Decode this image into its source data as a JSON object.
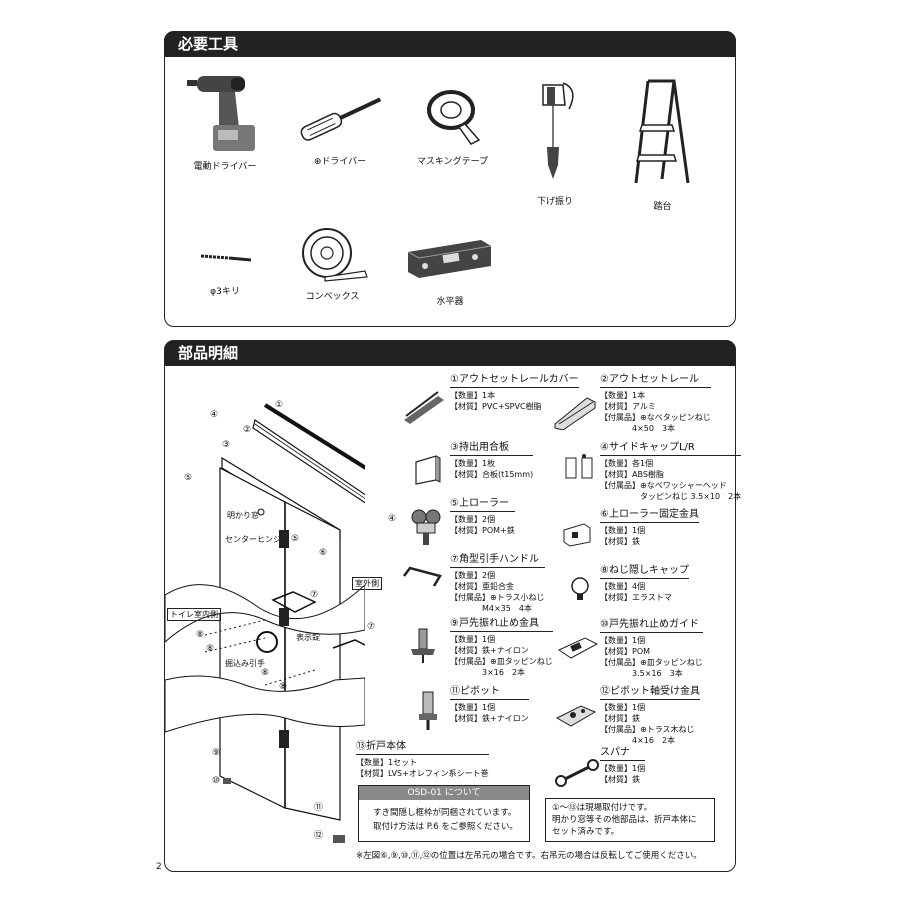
{
  "tools_section": {
    "title": "必要工具",
    "tools": [
      {
        "label": "電動ドライバー",
        "icon": "power-drill-icon"
      },
      {
        "label": "⊕ドライバー",
        "icon": "screwdriver-icon"
      },
      {
        "label": "マスキングテープ",
        "icon": "masking-tape-icon"
      },
      {
        "label": "下げ振り",
        "icon": "plumb-bob-icon"
      },
      {
        "label": "踏台",
        "icon": "step-stool-icon"
      },
      {
        "label": "φ3キリ",
        "icon": "drill-bit-icon"
      },
      {
        "label": "コンベックス",
        "icon": "tape-measure-icon"
      },
      {
        "label": "水平器",
        "icon": "spirit-level-icon"
      }
    ]
  },
  "parts_section": {
    "title": "部品明細",
    "diagram_labels": {
      "window": "明かり窓",
      "center_hinge": "センターヒンジ",
      "outdoor_side": "室外側",
      "toilet_indoor_side": "トイレ室内側",
      "recessed_handle": "掘込み引手",
      "indicator_lock": "表示錠",
      "n1": "①",
      "n2": "②",
      "n3": "③",
      "n4a": "④",
      "n4b": "④",
      "n5a": "⑤",
      "n5b": "⑤",
      "n6": "⑥",
      "n7a": "⑦",
      "n7b": "⑦",
      "n8a": "⑧",
      "n8b": "⑧",
      "n8c": "⑧",
      "n8d": "⑧",
      "n9": "⑨",
      "n10": "⑩",
      "n11": "⑪",
      "n12": "⑫"
    },
    "parts": [
      {
        "name": "①アウトセットレールカバー",
        "lines": [
          "【数量】1本",
          "【材質】PVC+SPVC樹脂"
        ],
        "icon": "rail-cover-icon"
      },
      {
        "name": "②アウトセットレール",
        "lines": [
          "【数量】1本",
          "【材質】アルミ",
          "【付属品】⊕なべタッピンねじ",
          "　　　　4×50　3本"
        ],
        "icon": "outset-rail-icon"
      },
      {
        "name": "③持出用合板",
        "lines": [
          "【数量】1枚",
          "【材質】合板(t15mm)"
        ],
        "icon": "plywood-icon"
      },
      {
        "name": "④サイドキャップL/R",
        "lines": [
          "【数量】各1個",
          "【材質】ABS樹脂",
          "【付属品】⊕なべワッシャーヘッド",
          "　　　　　タッピンねじ 3.5×10　2本"
        ],
        "icon": "side-cap-icon"
      },
      {
        "name": "⑤上ローラー",
        "lines": [
          "【数量】2個",
          "【材質】POM+鉄"
        ],
        "icon": "upper-roller-icon"
      },
      {
        "name": "⑥上ローラー固定金具",
        "lines": [
          "【数量】1個",
          "【材質】鉄"
        ],
        "icon": "roller-bracket-icon"
      },
      {
        "name": "⑦角型引手ハンドル",
        "lines": [
          "【数量】2個",
          "【材質】亜鉛合金",
          "【付属品】⊕トラス小ねじ",
          "　　　　M4×35　4本"
        ],
        "icon": "square-handle-icon"
      },
      {
        "name": "⑧ねじ隠しキャップ",
        "lines": [
          "【数量】4個",
          "【材質】エラストマ"
        ],
        "icon": "screw-cap-icon"
      },
      {
        "name": "⑨戸先振れ止め金具",
        "lines": [
          "【数量】1個",
          "【材質】鉄+ナイロン",
          "【付属品】⊕皿タッピンねじ",
          "　　　　3×16　2本"
        ],
        "icon": "door-stopper-icon"
      },
      {
        "name": "⑩戸先振れ止めガイド",
        "lines": [
          "【数量】1個",
          "【材質】POM",
          "【付属品】⊕皿タッピンねじ",
          "　　　　3.5×16　3本"
        ],
        "icon": "stopper-guide-icon"
      },
      {
        "name": "⑪ピボット",
        "lines": [
          "【数量】1個",
          "【材質】鉄+ナイロン"
        ],
        "icon": "pivot-icon"
      },
      {
        "name": "⑫ピボット軸受け金具",
        "lines": [
          "【数量】1個",
          "【材質】鉄",
          "【付属品】⊕トラス木ねじ",
          "　　　　4×16　2本"
        ],
        "icon": "pivot-bearing-icon"
      },
      {
        "name": "⑬折戸本体",
        "lines": [
          "【数量】1セット",
          "【材質】LVS+オレフィン系シート巻"
        ],
        "icon": "folding-door-icon"
      },
      {
        "name": "スパナ",
        "lines": [
          "【数量】1個",
          "【材質】鉄"
        ],
        "icon": "spanner-icon"
      }
    ],
    "osd_box": {
      "header": "OSD-01 について",
      "lines": [
        "すき間隠し框枠が同梱されています。",
        "取付け方法は P.6 をご参照ください。"
      ]
    },
    "install_note": {
      "lines": [
        "①～⑬は現場取付けです。",
        "明かり窓等その他部品は、折戸本体に",
        "セット済みです。"
      ]
    },
    "footnote": "※左図⑥,⑨,⑩,⑪,⑫の位置は左吊元の場合です。右吊元の場合は反転してご使用ください。"
  },
  "page_number": "2"
}
